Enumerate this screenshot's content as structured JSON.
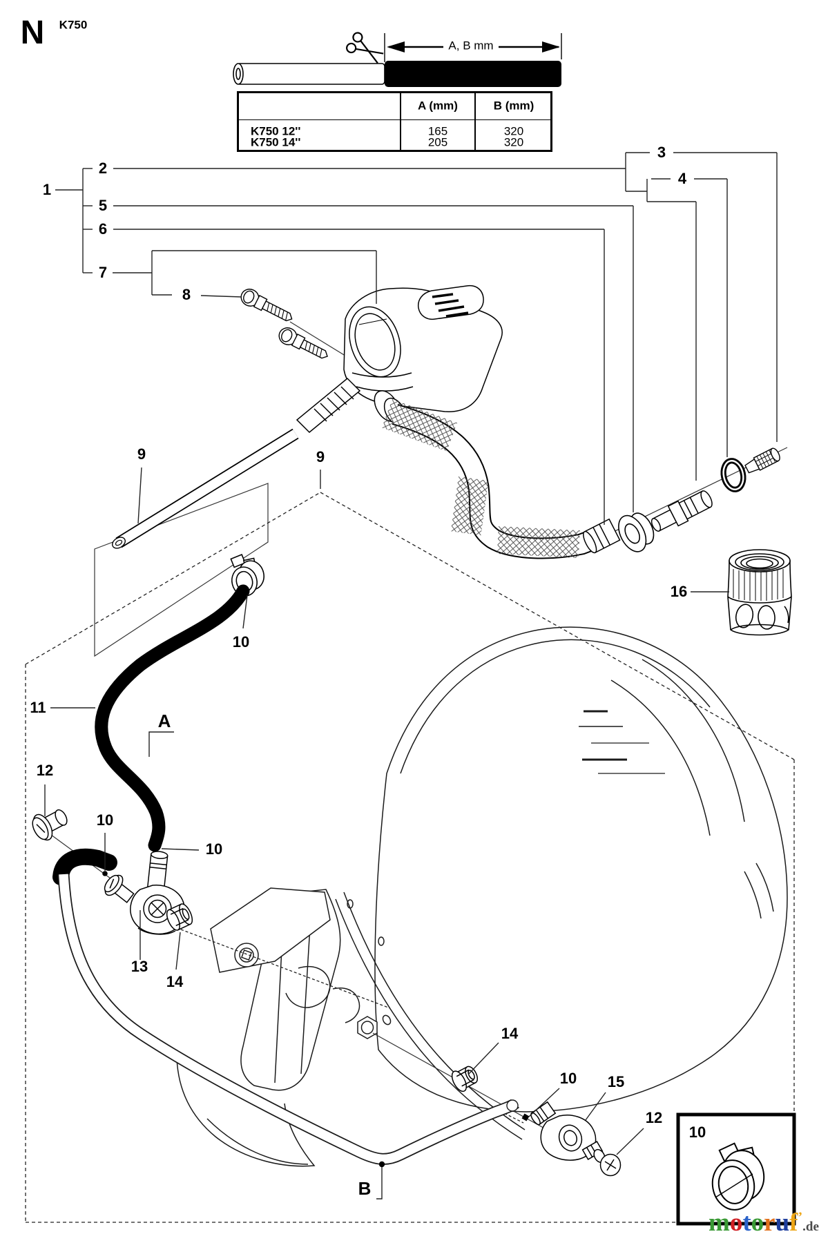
{
  "header": {
    "section_letter": "N",
    "model": "K750"
  },
  "cut_diagram": {
    "dimension_label": "A, B mm"
  },
  "cut_table": {
    "headers": {
      "a": "A (mm)",
      "b": "B (mm)"
    },
    "rows": [
      {
        "model": "K750 12''",
        "a": "165",
        "b": "320"
      },
      {
        "model": "K750 14''",
        "a": "205",
        "b": "320"
      }
    ]
  },
  "callouts": {
    "c1": "1",
    "c2": "2",
    "c3": "3",
    "c4": "4",
    "c5": "5",
    "c6": "6",
    "c7": "7",
    "c8": "8",
    "c9a": "9",
    "c9b": "9",
    "c10a": "10",
    "c10b": "10",
    "c10c": "10",
    "c10d": "10",
    "c10_inset": "10",
    "c11": "11",
    "c12a": "12",
    "c12b": "12",
    "c13": "13",
    "c14a": "14",
    "c14b": "14",
    "c15": "15",
    "c16": "16"
  },
  "markers": {
    "a": "A",
    "b": "B"
  },
  "watermark": {
    "word": "motoruf",
    "suffix": ".de",
    "letter_colors": [
      "#3a9a35",
      "#d01f25",
      "#2a62c9",
      "#3a9a35",
      "#e2711d",
      "#1f3f9e",
      "#eda515"
    ]
  }
}
